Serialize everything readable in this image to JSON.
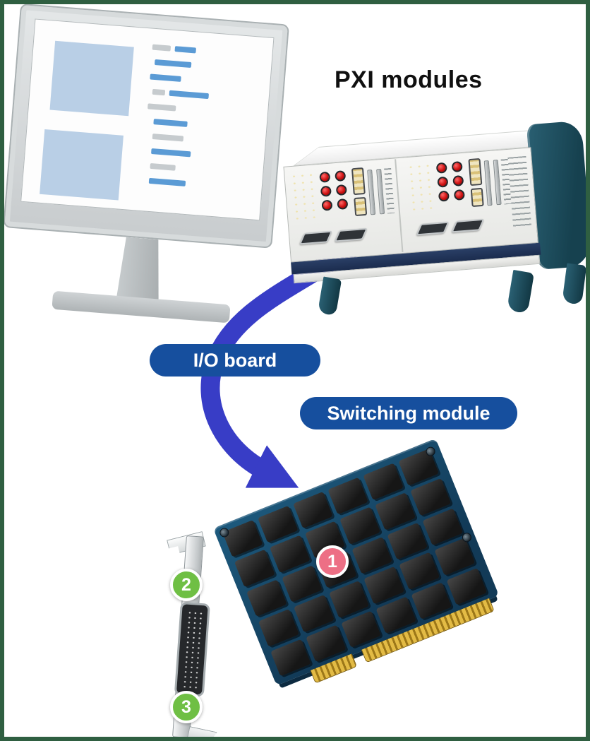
{
  "diagram": {
    "title": "PXI modules",
    "labels": {
      "io_board": "I/O board",
      "switching_module": "Switching module"
    },
    "badges": [
      {
        "label": "1",
        "color": "#ed6f85"
      },
      {
        "label": "2",
        "color": "#6fbf44"
      },
      {
        "label": "3",
        "color": "#6fbf44"
      }
    ],
    "colors": {
      "pill_bg": "#164f9e",
      "pill_text": "#ffffff",
      "arrow": "#383dc6",
      "pcb": "#174a6e",
      "relay_block": "#262626",
      "gold_connector": "#c9a22c",
      "chassis_accent": "#1c5063",
      "chassis_stripe": "#1f3356",
      "button_red": "#cf1212",
      "screen_blue": "#5b9bd5",
      "background_border_green": "#2f5f41",
      "monitor_gray": "#c9cdcf"
    }
  }
}
